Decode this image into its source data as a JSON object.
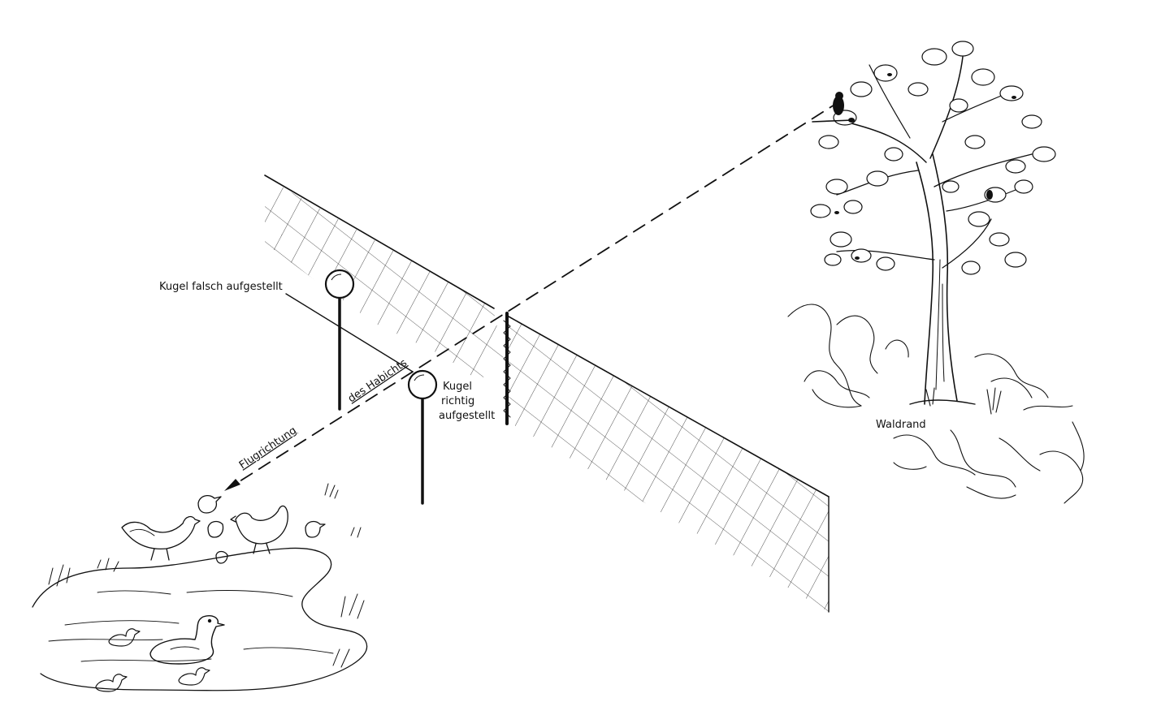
{
  "labels": {
    "ball_wrong": "Kugel falsch aufgestellt",
    "ball_right_1": "Kugel",
    "ball_right_2": "richtig",
    "ball_right_3": "aufgestellt",
    "flight_1": "Flugrichtung",
    "flight_2": "des Habichts",
    "forest_edge": "Waldrand"
  },
  "colors": {
    "ink": "#111111",
    "paper": "#ffffff"
  }
}
